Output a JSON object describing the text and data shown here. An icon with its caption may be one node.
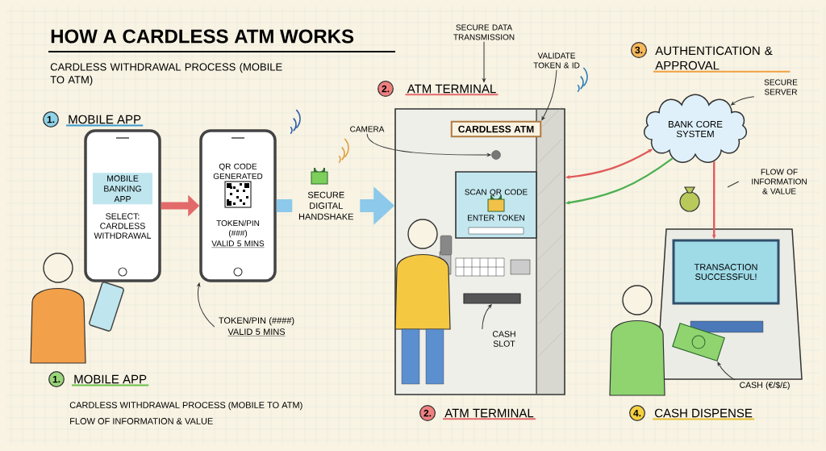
{
  "diagram": {
    "title": "HOW A CARDLESS ATM WORKS",
    "nodes": [
      {
        "text": [
          "MOBILE BANKING APP",
          "SELECT: CARDLESS WITHDRAWAL"
        ]
      },
      {
        "text": [
          "QR CODE GENERATED",
          "TOKEN/PIN (###)",
          "VALID 5 MINS"
        ]
      },
      {
        "text": [],
        "shape": "box"
      },
      {
        "text": [
          "CARDLESS ATM"
        ],
        "in": 2
      },
      {
        "text": [],
        "shape": "circle",
        "in": 2
      },
      {
        "text": [
          "SCAN QR CODE",
          "ENTER TOKEN"
        ],
        "in": 2
      },
      {
        "text": [],
        "shape": "box",
        "in": 2
      },
      {
        "text": [
          "BANK CORE SYSTEM"
        ]
      },
      {
        "text": [
          "TRANSACTION SUCCESSFUL!"
        ]
      },
      {
        "text": [],
        "shape": "picture"
      },
      {
        "text": [
          "SECURE DATA TRANSMISSION"
        ]
      },
      {
        "text": [
          "ATM TERMINAL"
        ]
      },
      {
        "text": [
          "VALIDATE TOKEN & ID"
        ]
      },
      {
        "text": [
          "CAMERA"
        ]
      },
      {
        "text": [
          "SECURE SERVER"
        ]
      },
      {
        "text": [
          "TOKEN/PIN (####)",
          "VALID 5 MINS"
        ]
      },
      {
        "text": [
          "CASH SLOT"
        ],
        "in": 2
      },
      {
        "text": [
          "CASH (€/$/£)"
        ]
      },
      {
        "text": [
          "FLOW OF INFORMATION & VALUE"
        ]
      }
    ],
    "edges": [
      {
        "from": 0,
        "to": 1,
        "arrow": "to",
        "style": "thick",
        "color": "#e36a6a"
      },
      {
        "from": 1,
        "to": 2,
        "arrow": "to",
        "label": "SECURE DIGITAL HANDSHAKE",
        "style": "thick",
        "color": "#8cc9ea"
      },
      {
        "from": 7,
        "to": 2,
        "arrow": "both",
        "color": "#e05a5a"
      },
      {
        "from": 7,
        "to": 2,
        "arrow": "to",
        "color": "#4caf50"
      },
      {
        "from": 7,
        "to": 8,
        "arrow": "to",
        "color": "#e05a5a"
      },
      {
        "from": 10,
        "to": 11,
        "arrow": "to"
      },
      {
        "from": 12,
        "to": 3,
        "arrow": "to"
      },
      {
        "from": 13,
        "to": 4,
        "arrow": "to"
      },
      {
        "from": 14,
        "to": 7,
        "arrow": "to"
      },
      {
        "from": 15,
        "to": 1,
        "arrow": "to"
      },
      {
        "from": 16,
        "to": 6,
        "arrow": "to"
      },
      {
        "from": 17,
        "to": 9,
        "arrow": "to"
      },
      {
        "from": 18,
        "to": null,
        "arrow": "none"
      }
    ],
    "labels": [
      "CARDLESS WITHDRAWAL PROCESS (MOBILE TO ATM)",
      "1.",
      "MOBILE APP",
      "2.",
      "3.",
      "AUTHENTICATION & APPROVAL",
      "1.",
      "MOBILE APP",
      "CARDLESS WITHDRAWAL PROCESS (MOBILE TO ATM)",
      "FLOW OF INFORMATION & VALUE",
      "2.",
      "ATM TERMINAL",
      "4.",
      "CASH DISPENSE"
    ]
  }
}
